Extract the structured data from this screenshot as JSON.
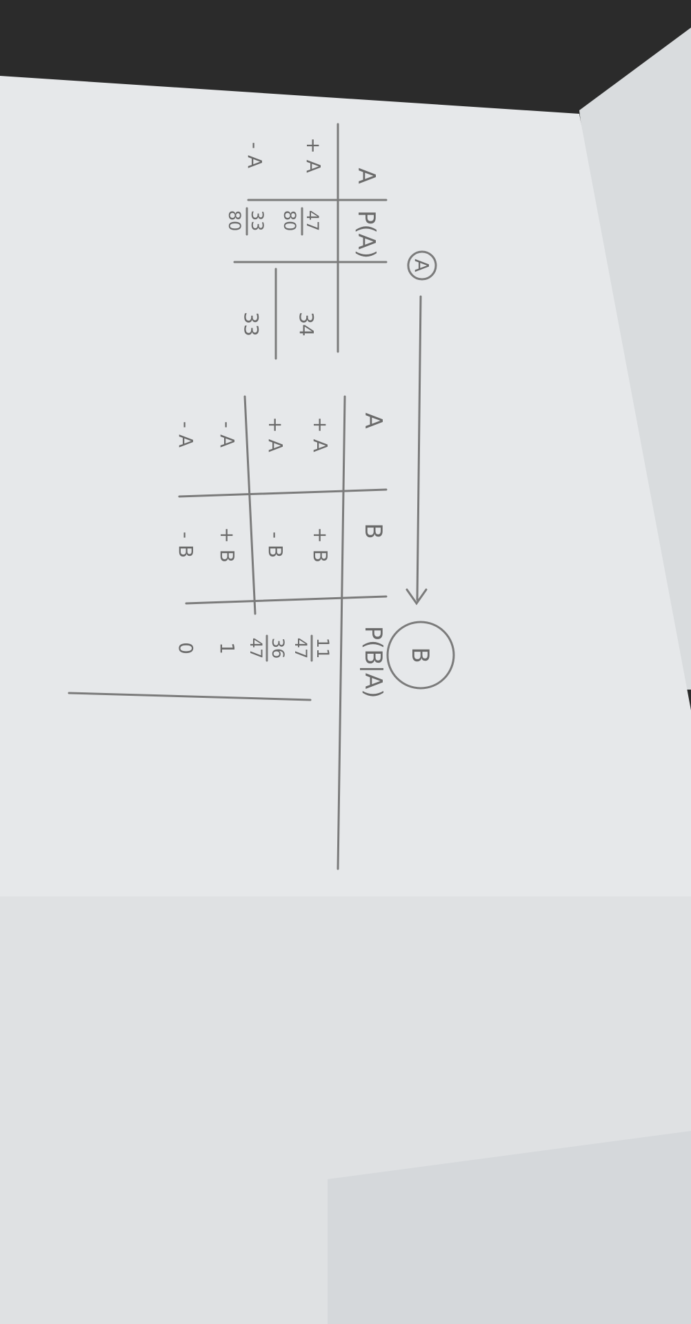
{
  "node_a": {
    "label": "A"
  },
  "node_b": {
    "label": "B"
  },
  "table_a": {
    "headers": [
      "A",
      "P(A)"
    ],
    "rows": [
      {
        "state": "+ A",
        "prob_num": "47",
        "prob_den": "80",
        "count": "34"
      },
      {
        "state": "- A",
        "prob_num": "33",
        "prob_den": "80",
        "count": "33"
      }
    ]
  },
  "table_b": {
    "headers": [
      "A",
      "B",
      "P(B|A)"
    ],
    "rows": [
      {
        "a": "+ A",
        "b": "+ B",
        "p": "11/47",
        "p_num": "11",
        "p_den": "47"
      },
      {
        "a": "+ A",
        "b": "- B",
        "p": "36/47",
        "p_num": "36",
        "p_den": "47"
      },
      {
        "a": "- A",
        "b": "+ B",
        "p": "1"
      },
      {
        "a": "- A",
        "b": "- B",
        "p": "0"
      }
    ]
  },
  "colors": {
    "paper": "#e8eaec",
    "ink": "#6a6a6a",
    "background": "#2b2b2b"
  }
}
